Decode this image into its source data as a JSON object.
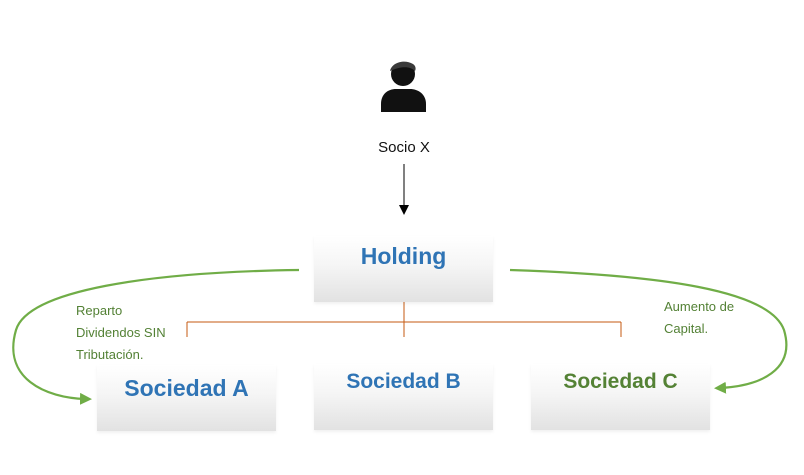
{
  "person": {
    "label": "Socio X",
    "icon": "person-icon"
  },
  "holding": {
    "label": "Holding"
  },
  "companies": [
    {
      "label": "Sociedad A",
      "color": "#2f74b5"
    },
    {
      "label": "Sociedad B",
      "color": "#2f74b5"
    },
    {
      "label": "Sociedad C",
      "color": "#548235"
    }
  ],
  "annotations": {
    "left": [
      "Reparto",
      "Dividendos SIN",
      "Tributación."
    ],
    "right": [
      "Aumento de",
      "Capital."
    ]
  },
  "colors": {
    "title_blue": "#2f74b5",
    "accent_green": "#70ad47",
    "connector_orange": "#c55a11",
    "note_green": "#538135"
  }
}
